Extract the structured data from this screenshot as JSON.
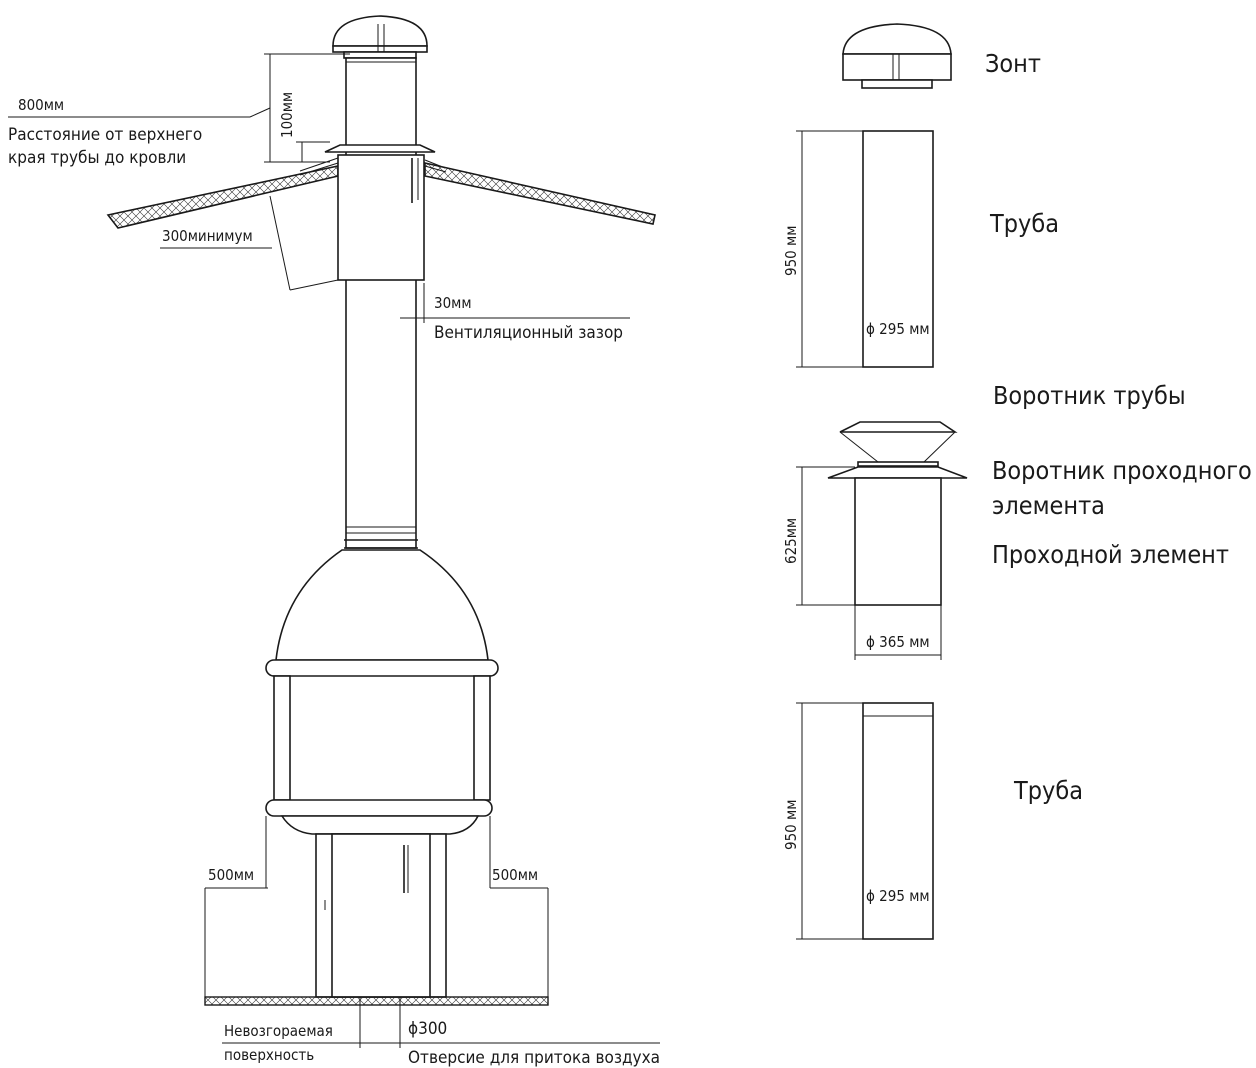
{
  "labels": {
    "cap": "Зонт",
    "pipe_top": "Труба",
    "pipe_collar": "Воротник трубы",
    "pass_collar_line1": "Воротник проходного",
    "pass_collar_line2": "элемента",
    "pass_element": "Проходной элемент",
    "pipe_bottom": "Труба",
    "roof_height": "800мм",
    "roof_distance_line1": "Расстояние от верхнего",
    "roof_distance_line2": "края трубы до кровли",
    "dim_100": "100мм",
    "dim_300min": "300минимум",
    "dim_30": "30мм",
    "vent_gap": "Вентиляционный зазор",
    "dim_500_left": "500мм",
    "dim_500_right": "500мм",
    "non_combustible_line1": "Невозгораемая",
    "non_combustible_line2": "поверхность",
    "dia_300": "ϕ300",
    "air_inlet": "Отверсие для притока воздуха",
    "pipe_top_length": "950 мм",
    "pipe_top_dia": "ϕ 295 мм",
    "pass_length": "625мм",
    "pass_dia": "ϕ 365 мм",
    "pipe_bottom_length": "950 мм",
    "pipe_bottom_dia": "ϕ 295 мм"
  }
}
